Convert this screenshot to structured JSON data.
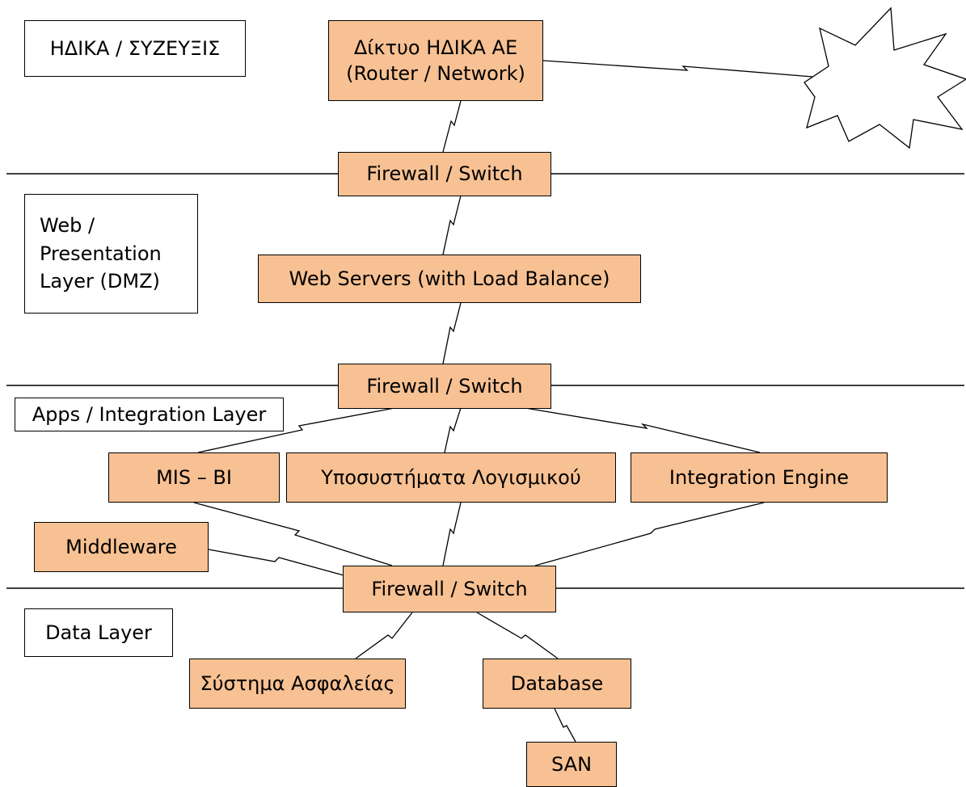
{
  "layers": {
    "ext": "ΗΔΙΚΑ / ΣΥΖΕΥΞΙΣ",
    "web": "Web /\nPresentation\nLayer (DMZ)",
    "apps": "Apps / Integration Layer",
    "data": "Data Layer"
  },
  "nodes": {
    "router": "Δίκτυο ΗΔΙΚΑ ΑΕ\n(Router / Network)",
    "fw1": "Firewall / Switch",
    "web_servers": "Web Servers (with Load Balance)",
    "fw2": "Firewall / Switch",
    "mis": "MIS – BI",
    "subsystems": "Υποσυστήματα Λογισμικού",
    "integration": "Integration Engine",
    "middleware": "Middleware",
    "fw3": "Firewall / Switch",
    "security": "Σύστημα Ασφαλείας",
    "database": "Database",
    "san": "SAN"
  },
  "colors": {
    "node_fill": "#f8c193",
    "line": "#000000"
  },
  "icons": {
    "cloud": "starburst-cloud-icon"
  }
}
